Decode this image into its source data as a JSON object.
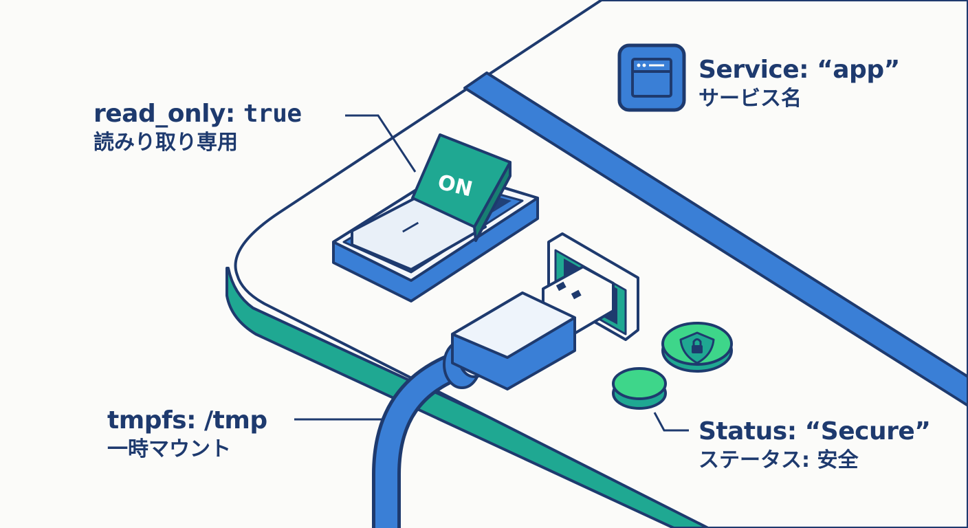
{
  "colors": {
    "blue": "#3a7fd6",
    "outline": "#1e3a6e",
    "teal": "#1fa892",
    "green": "#3ed68a",
    "surface": "#fbfbf9"
  },
  "switch": {
    "state_label": "ON",
    "off_mark": "|"
  },
  "labels": {
    "read_only": {
      "key": "read_only:",
      "value": "true",
      "sub": "読みり取り専用"
    },
    "service": {
      "main": "Service: “app”",
      "sub": "サービス名",
      "icon": "window-icon"
    },
    "tmpfs": {
      "main": "tmpfs: /tmp",
      "sub": "一時マウント"
    },
    "status": {
      "main": "Status: “Secure”",
      "sub": "ステータス: 安全",
      "icon": "shield-lock-icon"
    }
  }
}
